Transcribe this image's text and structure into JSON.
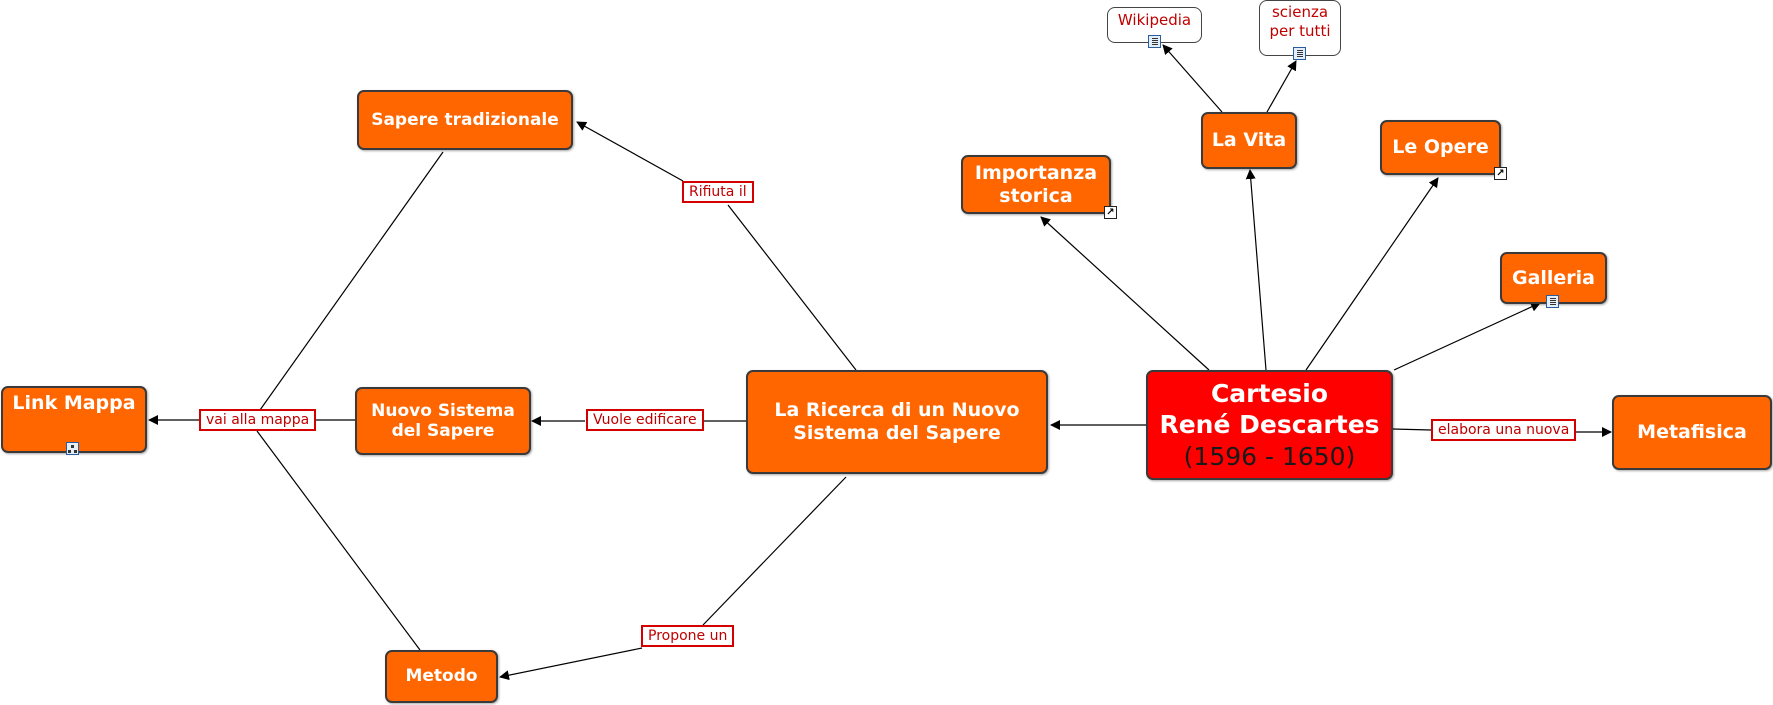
{
  "nodes": {
    "root": {
      "line1": "Cartesio",
      "line2": "René Descartes",
      "line3": "(1596 - 1650)"
    },
    "ricerca": {
      "line1": "La Ricerca di un Nuovo",
      "line2": "Sistema del Sapere"
    },
    "sapere_tradizionale": {
      "text": "Sapere tradizionale"
    },
    "nuovo_sistema": {
      "line1": "Nuovo Sistema",
      "line2": "del Sapere"
    },
    "metodo": {
      "text": "Metodo"
    },
    "link_mappa": {
      "text": "Link Mappa"
    },
    "importanza": {
      "line1": "Importanza",
      "line2": "storica"
    },
    "la_vita": {
      "text": "La Vita"
    },
    "le_opere": {
      "text": "Le Opere"
    },
    "galleria": {
      "text": "Galleria"
    },
    "metafisica": {
      "text": "Metafisica"
    },
    "wikipedia": {
      "text": "Wikipedia"
    },
    "scienza": {
      "line1": "scienza",
      "line2": "per tutti"
    }
  },
  "links": {
    "rifiuta": "Rifiuta il",
    "vuole": "Vuole edificare",
    "propone": "Propone un",
    "vai": "vai alla mappa",
    "elabora": "elabora una nuova"
  },
  "icons": {
    "importanza": "external-link-icon",
    "le_opere": "external-link-icon",
    "galleria": "document-icon",
    "link_mappa": "concept-map-icon",
    "wikipedia": "document-icon",
    "scienza": "document-icon"
  },
  "colors": {
    "concept_fill": "#ff6600",
    "root_fill": "#ff0000",
    "label_text": "#c00000",
    "label_border": "#d40000"
  }
}
